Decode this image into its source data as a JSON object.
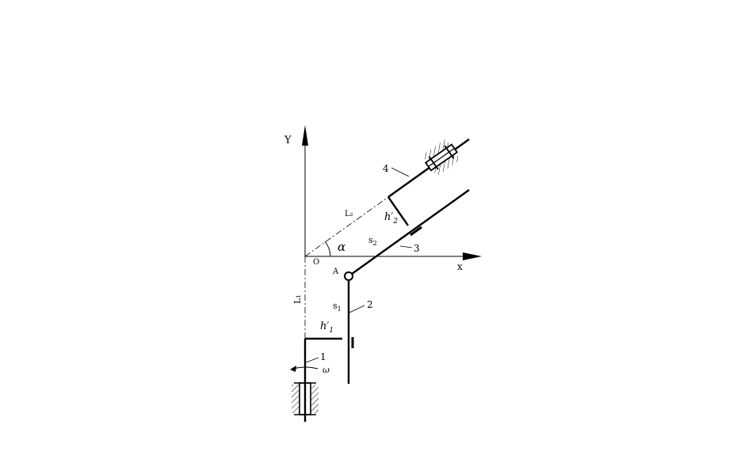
{
  "labels": {
    "y_axis": "Y",
    "x_axis": "x",
    "origin": "O",
    "point_a": "A",
    "angle": "α",
    "length_1": "L₁",
    "length_2": "L₂",
    "offset_1": "h′",
    "offset_1_sub": "1",
    "offset_2": "h′",
    "offset_2_sub": "2",
    "stroke_1": "s",
    "stroke_1_sub": "1",
    "stroke_2": "s",
    "stroke_2_sub": "2",
    "part_1": "1",
    "part_2": "2",
    "part_3": "3",
    "part_4": "4",
    "angular_velocity": "ω"
  },
  "colors": {
    "ink": "#000000",
    "background": "#ffffff"
  }
}
